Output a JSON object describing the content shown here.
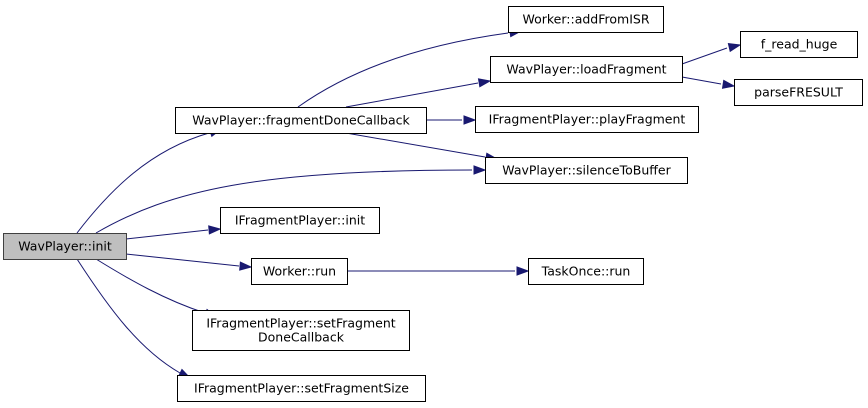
{
  "diagram": {
    "type": "call-graph",
    "colors": {
      "edge": "#191970",
      "root_fill": "#bfbfbf",
      "node_fill": "#ffffff",
      "node_border": "#000000"
    },
    "nodes": {
      "root": {
        "lines": [
          "WavPlayer::init"
        ]
      },
      "fragDone": {
        "lines": [
          "WavPlayer::fragmentDoneCallback"
        ]
      },
      "addFromISR": {
        "lines": [
          "Worker::addFromISR"
        ]
      },
      "loadFragment": {
        "lines": [
          "WavPlayer::loadFragment"
        ]
      },
      "freadHuge": {
        "lines": [
          "f_read_huge"
        ]
      },
      "parseFresult": {
        "lines": [
          "parseFRESULT"
        ]
      },
      "playFragment": {
        "lines": [
          "IFragmentPlayer::playFragment"
        ]
      },
      "silence": {
        "lines": [
          "WavPlayer::silenceToBuffer"
        ]
      },
      "ifpInit": {
        "lines": [
          "IFragmentPlayer::init"
        ]
      },
      "workerRun": {
        "lines": [
          "Worker::run"
        ]
      },
      "taskOnce": {
        "lines": [
          "TaskOnce::run"
        ]
      },
      "setCb": {
        "lines": [
          "IFragmentPlayer::setFragment",
          "DoneCallback"
        ]
      },
      "setSize": {
        "lines": [
          "IFragmentPlayer::setFragmentSize"
        ]
      }
    },
    "edges": [
      {
        "from": "root",
        "to": "fragDone"
      },
      {
        "from": "root",
        "to": "silence"
      },
      {
        "from": "root",
        "to": "ifpInit"
      },
      {
        "from": "root",
        "to": "workerRun"
      },
      {
        "from": "root",
        "to": "setCb"
      },
      {
        "from": "root",
        "to": "setSize"
      },
      {
        "from": "fragDone",
        "to": "addFromISR"
      },
      {
        "from": "fragDone",
        "to": "loadFragment"
      },
      {
        "from": "fragDone",
        "to": "playFragment"
      },
      {
        "from": "fragDone",
        "to": "silence"
      },
      {
        "from": "loadFragment",
        "to": "freadHuge"
      },
      {
        "from": "loadFragment",
        "to": "parseFresult"
      },
      {
        "from": "workerRun",
        "to": "taskOnce"
      }
    ]
  }
}
